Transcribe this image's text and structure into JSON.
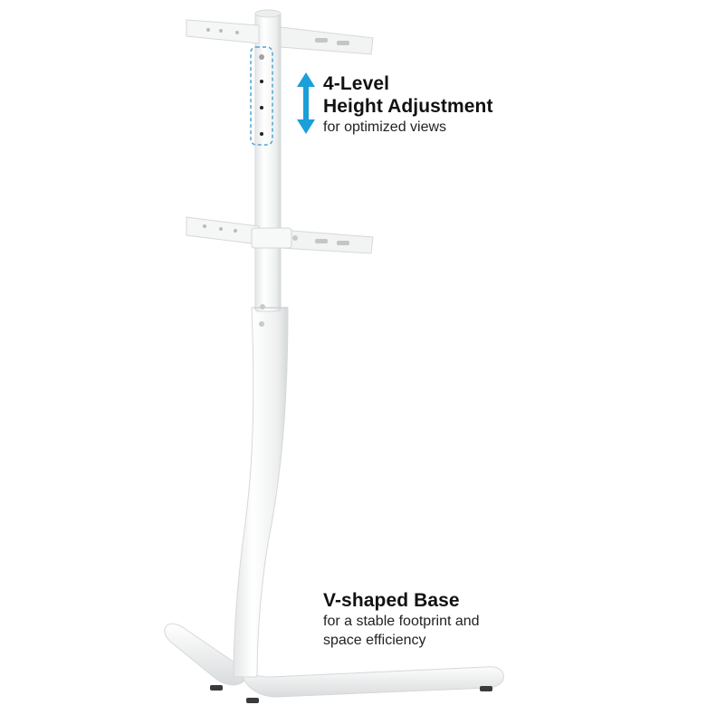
{
  "height_callout": {
    "title_line1": "4-Level",
    "title_line2": "Height Adjustment",
    "subtitle": "for optimized views"
  },
  "base_callout": {
    "title": "V-shaped Base",
    "subtitle_line1": "for a stable footprint and",
    "subtitle_line2": "space efficiency"
  },
  "colors": {
    "background": "#ffffff",
    "stand": "#f2f3f3",
    "stand_shade": "#d9dcdd",
    "accent_arrow": "#1a9fd9",
    "highlight_box": "#4aa6d6",
    "text": "#111111"
  },
  "icons": {
    "adjust_arrow": "double-vertical-arrow-icon"
  },
  "adjustment_levels": 4
}
